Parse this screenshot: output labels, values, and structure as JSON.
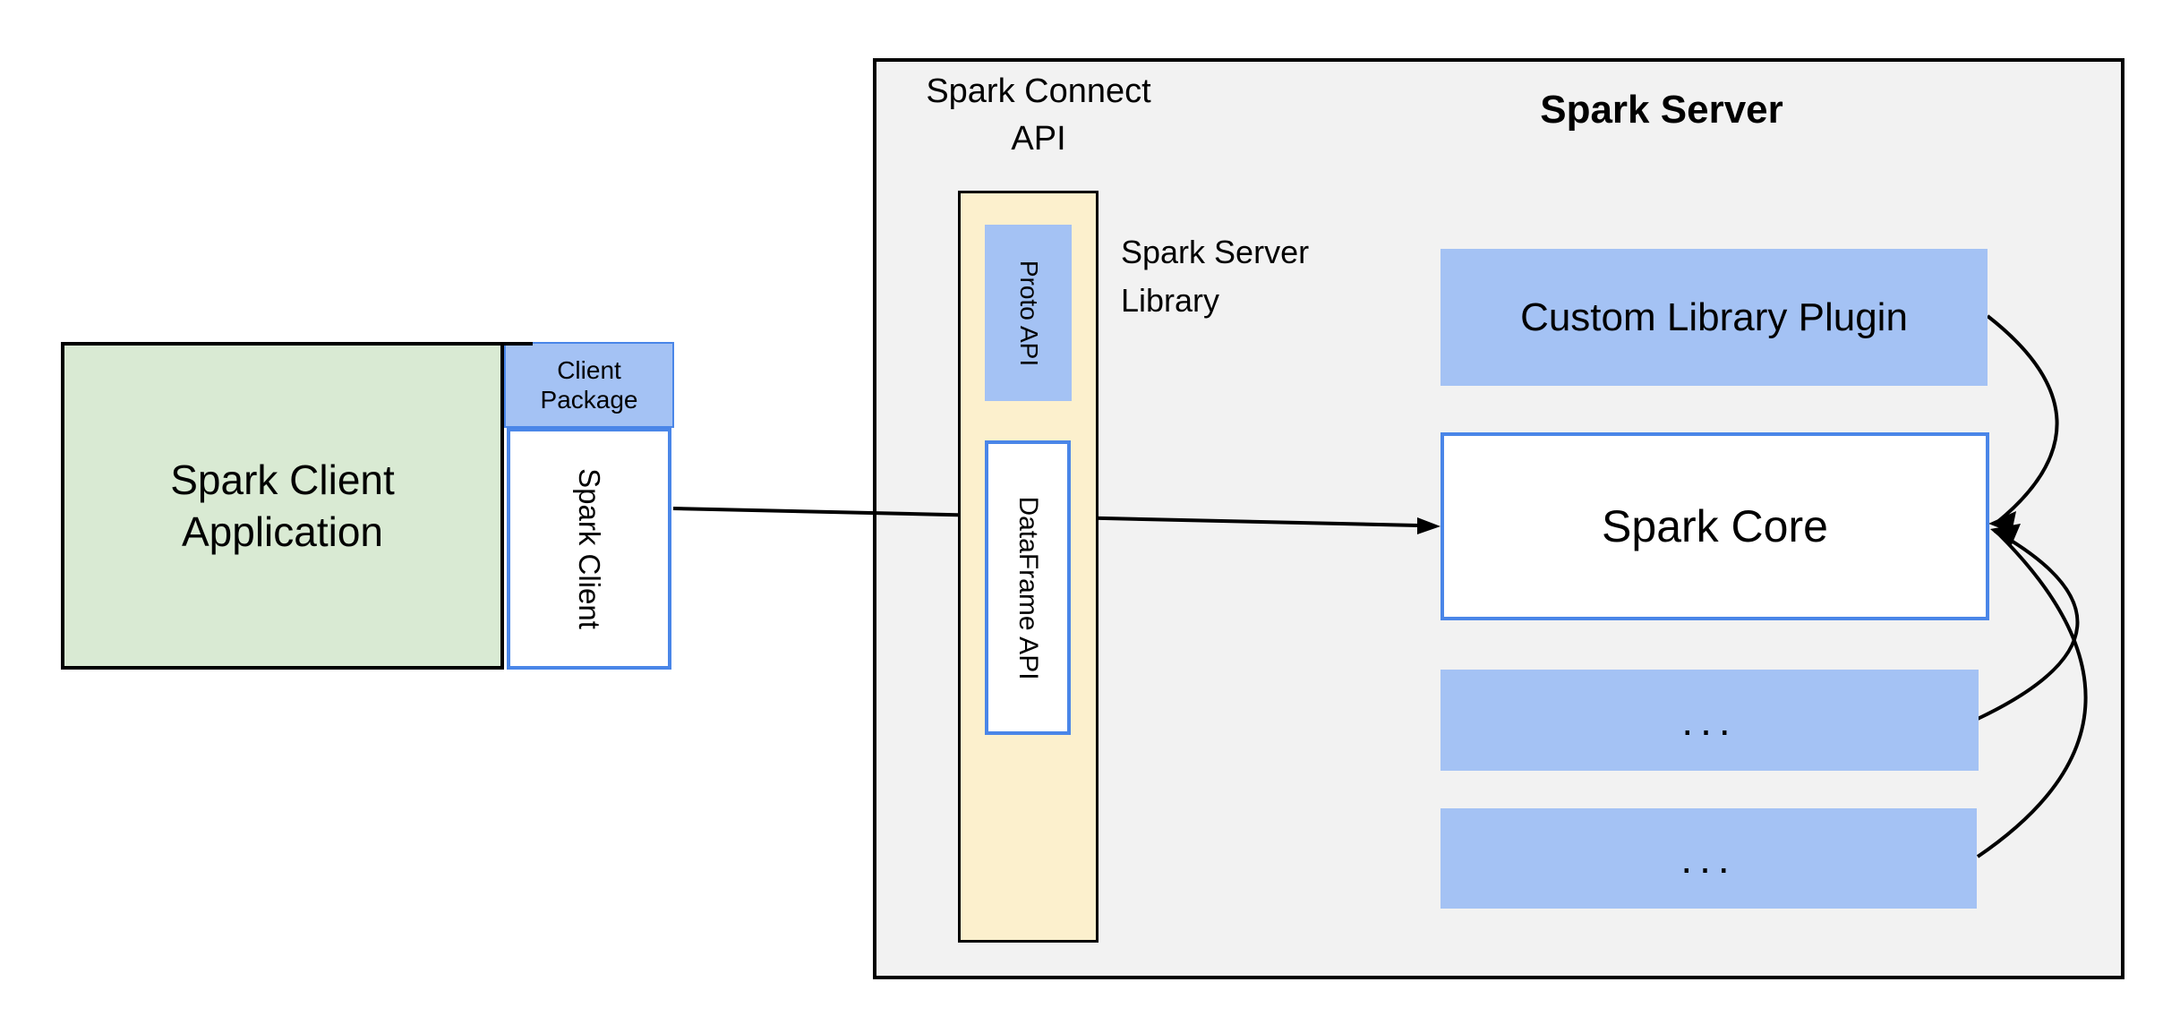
{
  "diagram": {
    "client": {
      "application": {
        "line1": "Spark Client",
        "line2": "Application"
      },
      "package": {
        "line1": "Client",
        "line2": "Package"
      },
      "spark_client_label": "Spark Client"
    },
    "connect": {
      "title": {
        "line1": "Spark Connect",
        "line2": "API"
      },
      "proto_api_label": "Proto API",
      "dataframe_api_label": "DataFrame API",
      "library": {
        "line1": "Spark Server",
        "line2": "Library"
      }
    },
    "server": {
      "title": "Spark Server",
      "plugin_label": "Custom Library Plugin",
      "core_label": "Spark Core",
      "more_label_1": "...",
      "more_label_2": "..."
    },
    "colors": {
      "container_fill": "#f2f2f2",
      "container_border": "#000000",
      "client_app_fill": "#d9ead3",
      "accent_blue_fill": "#a4c2f4",
      "accent_blue_border": "#4a86e8",
      "library_fill": "#fcf0cd",
      "arrow": "#000000"
    }
  }
}
